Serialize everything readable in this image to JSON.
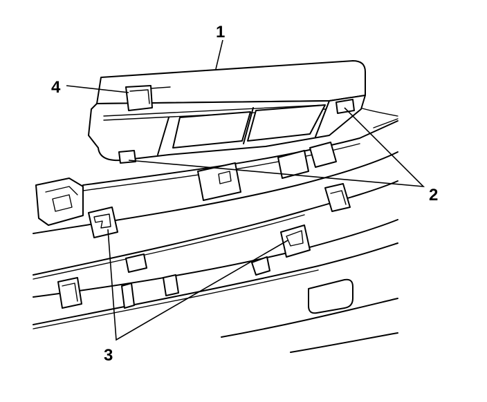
{
  "callouts": {
    "one": "1",
    "two": "2",
    "three": "3",
    "four": "4"
  }
}
